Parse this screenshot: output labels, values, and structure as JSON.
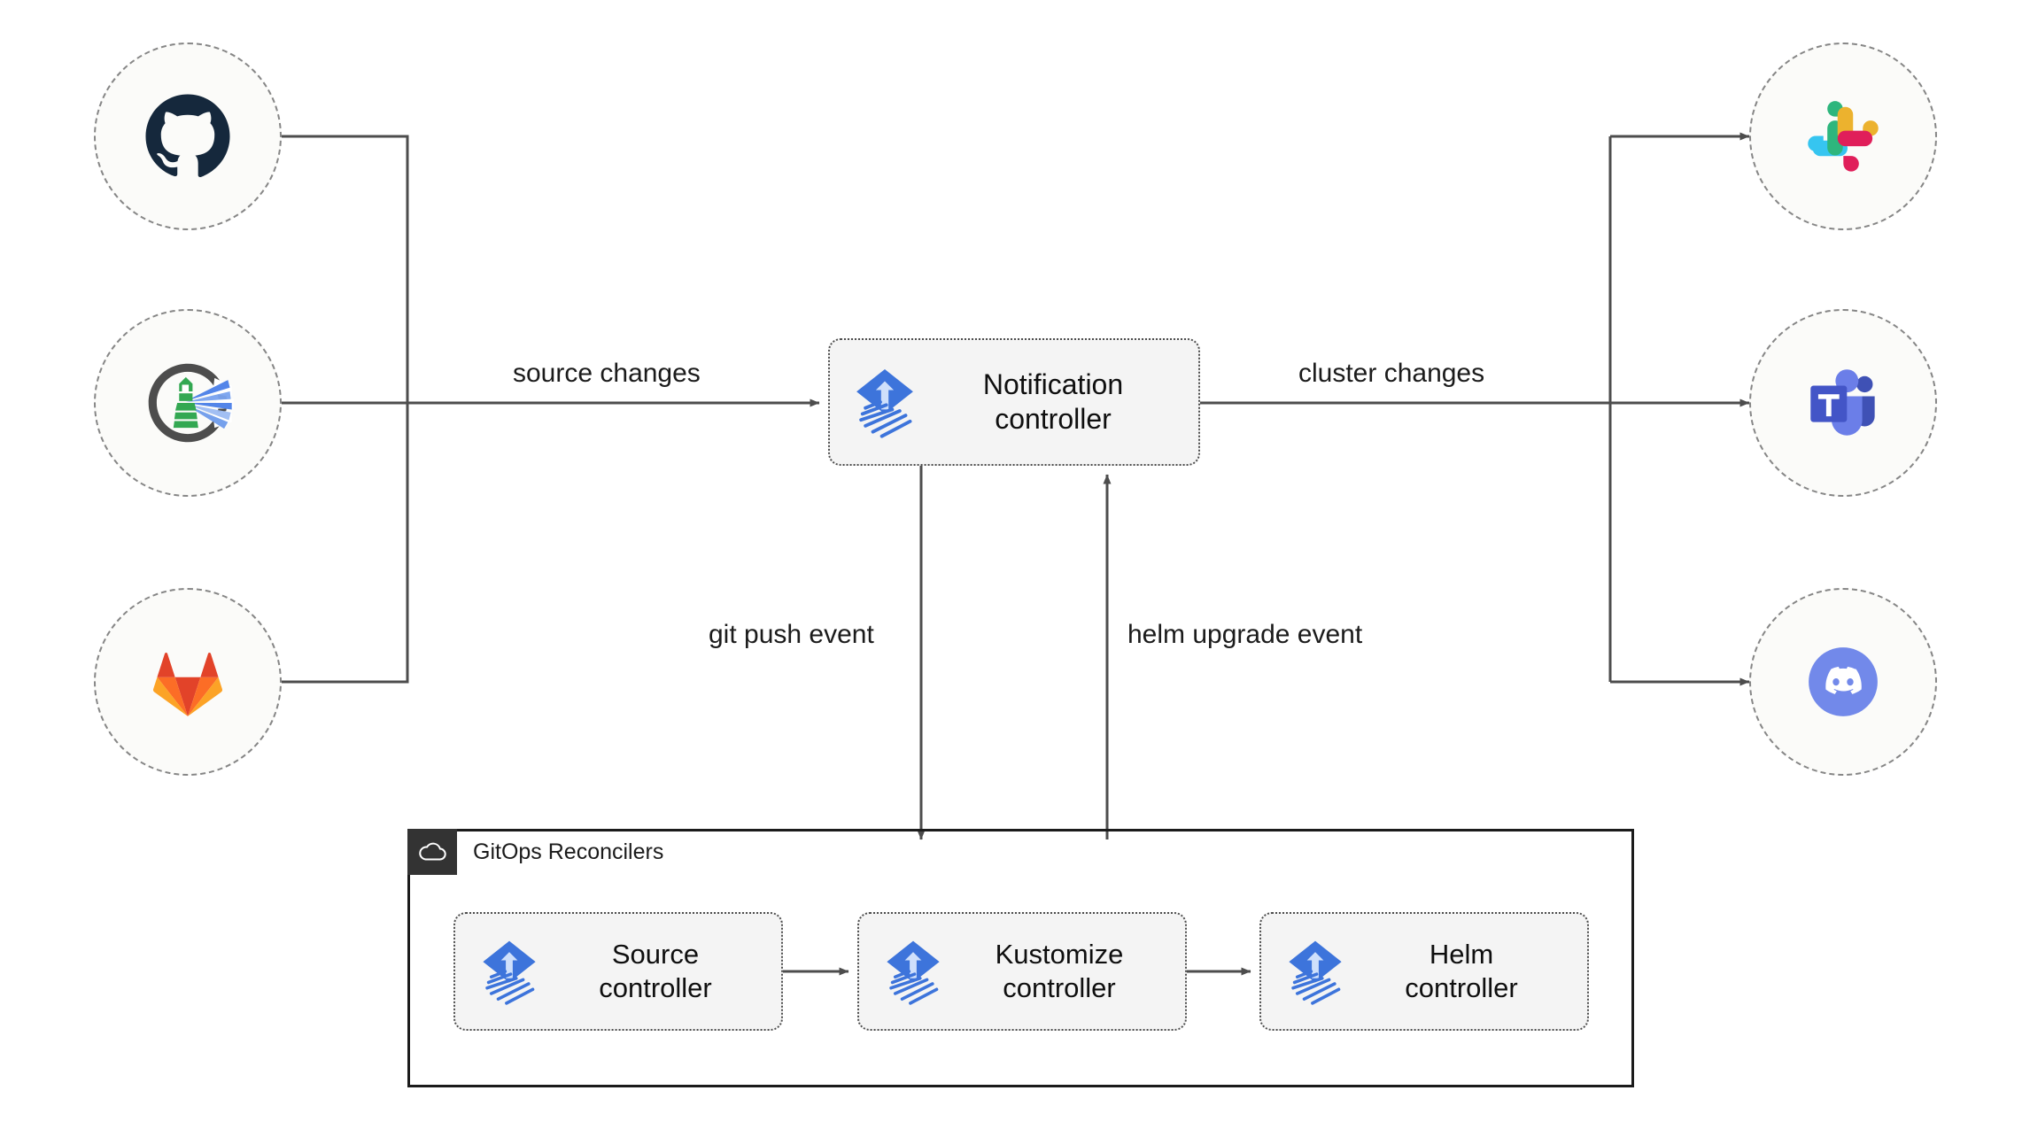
{
  "diagram": {
    "title": "Flux notification controller architecture",
    "background_color": "#ffffff",
    "edge_color": "#4d4d4d",
    "accent_blue": "#3d74db"
  },
  "sources": [
    {
      "id": "github",
      "icon": "github-icon",
      "name": "GitHub"
    },
    {
      "id": "flux",
      "icon": "flux-lighthouse-icon",
      "name": "Flux"
    },
    {
      "id": "gitlab",
      "icon": "gitlab-icon",
      "name": "GitLab"
    }
  ],
  "destinations": [
    {
      "id": "slack",
      "icon": "slack-icon",
      "name": "Slack"
    },
    {
      "id": "teams",
      "icon": "microsoft-teams-icon",
      "name": "Microsoft Teams"
    },
    {
      "id": "discord",
      "icon": "discord-icon",
      "name": "Discord"
    }
  ],
  "notification_controller": {
    "label": "Notification\ncontroller",
    "icon": "flux-logo-icon"
  },
  "reconcilers": {
    "title": "GitOps Reconcilers",
    "icon": "cloud-icon",
    "controllers": [
      {
        "id": "source",
        "label": "Source\ncontroller",
        "icon": "flux-logo-icon"
      },
      {
        "id": "kustomize",
        "label": "Kustomize\ncontroller",
        "icon": "flux-logo-icon"
      },
      {
        "id": "helm",
        "label": "Helm\ncontroller",
        "icon": "flux-logo-icon"
      }
    ]
  },
  "edge_labels": {
    "source_changes": "source changes",
    "cluster_changes": "cluster changes",
    "git_push_event": "git push event",
    "helm_upgrade_event": "helm upgrade event"
  }
}
